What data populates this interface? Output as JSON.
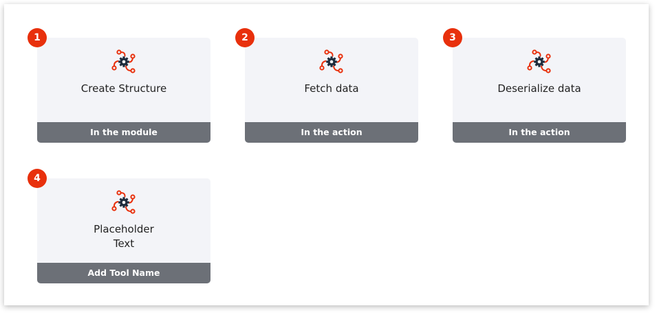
{
  "steps": [
    {
      "number": "1",
      "title": "Create Structure",
      "footer": "In the module",
      "icon": "workflow-gear-icon"
    },
    {
      "number": "2",
      "title": "Fetch data",
      "footer": "In the action",
      "icon": "workflow-gear-icon"
    },
    {
      "number": "3",
      "title": "Deserialize data",
      "footer": "In the action",
      "icon": "workflow-gear-icon"
    },
    {
      "number": "4",
      "title": "Placeholder\nText",
      "footer": "Add Tool Name",
      "icon": "workflow-gear-icon"
    }
  ],
  "colors": {
    "accent": "#e8300c",
    "card_background": "#f3f4f8",
    "footer_background": "#6c7077",
    "icon_dark": "#1f2d3d"
  }
}
